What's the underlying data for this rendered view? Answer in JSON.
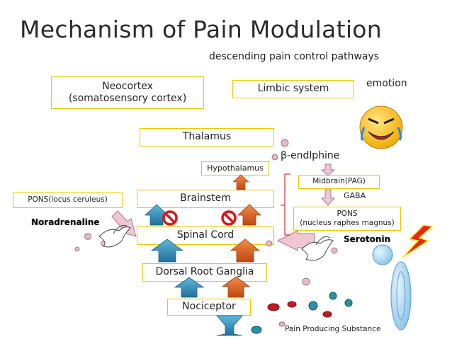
{
  "title": "Mechanism of Pain Modulation",
  "subtitle": "descending pain control pathways",
  "emotion_label": "emotion",
  "boxes": {
    "neocortex_line1": "Neocortex",
    "neocortex_line2": "(somatosensory cortex)",
    "limbic": "Limbic system",
    "thalamus": "Thalamus",
    "hypothalamus": "Hypothalamus",
    "brainstem": "Brainstem",
    "spinal_cord": "Spinal Cord",
    "drg": "Dorsal Root Ganglia",
    "nociceptor": "Nociceptor",
    "pons_lc": "PONS(locus ceruleus)",
    "midbrain": "Midbrain(PAG)",
    "pons_line1": "PONS",
    "pons_line2": "(nucleus raphes magnus)"
  },
  "labels": {
    "endorphin": "β-endlphine",
    "gaba": "GABA",
    "noradrenaline": "Noradrenaline",
    "serotonin": "Serotonin",
    "pain_substance": "Pain Producing Substance"
  },
  "colors": {
    "box_border": "#e8c800",
    "arrow_teal": "#2f8fb8",
    "arrow_orange": "#e0641e",
    "arrow_pink": "#e8b8c8",
    "no_symbol": "#d81818",
    "bolt": "#f01818",
    "face": "#f7c600"
  }
}
